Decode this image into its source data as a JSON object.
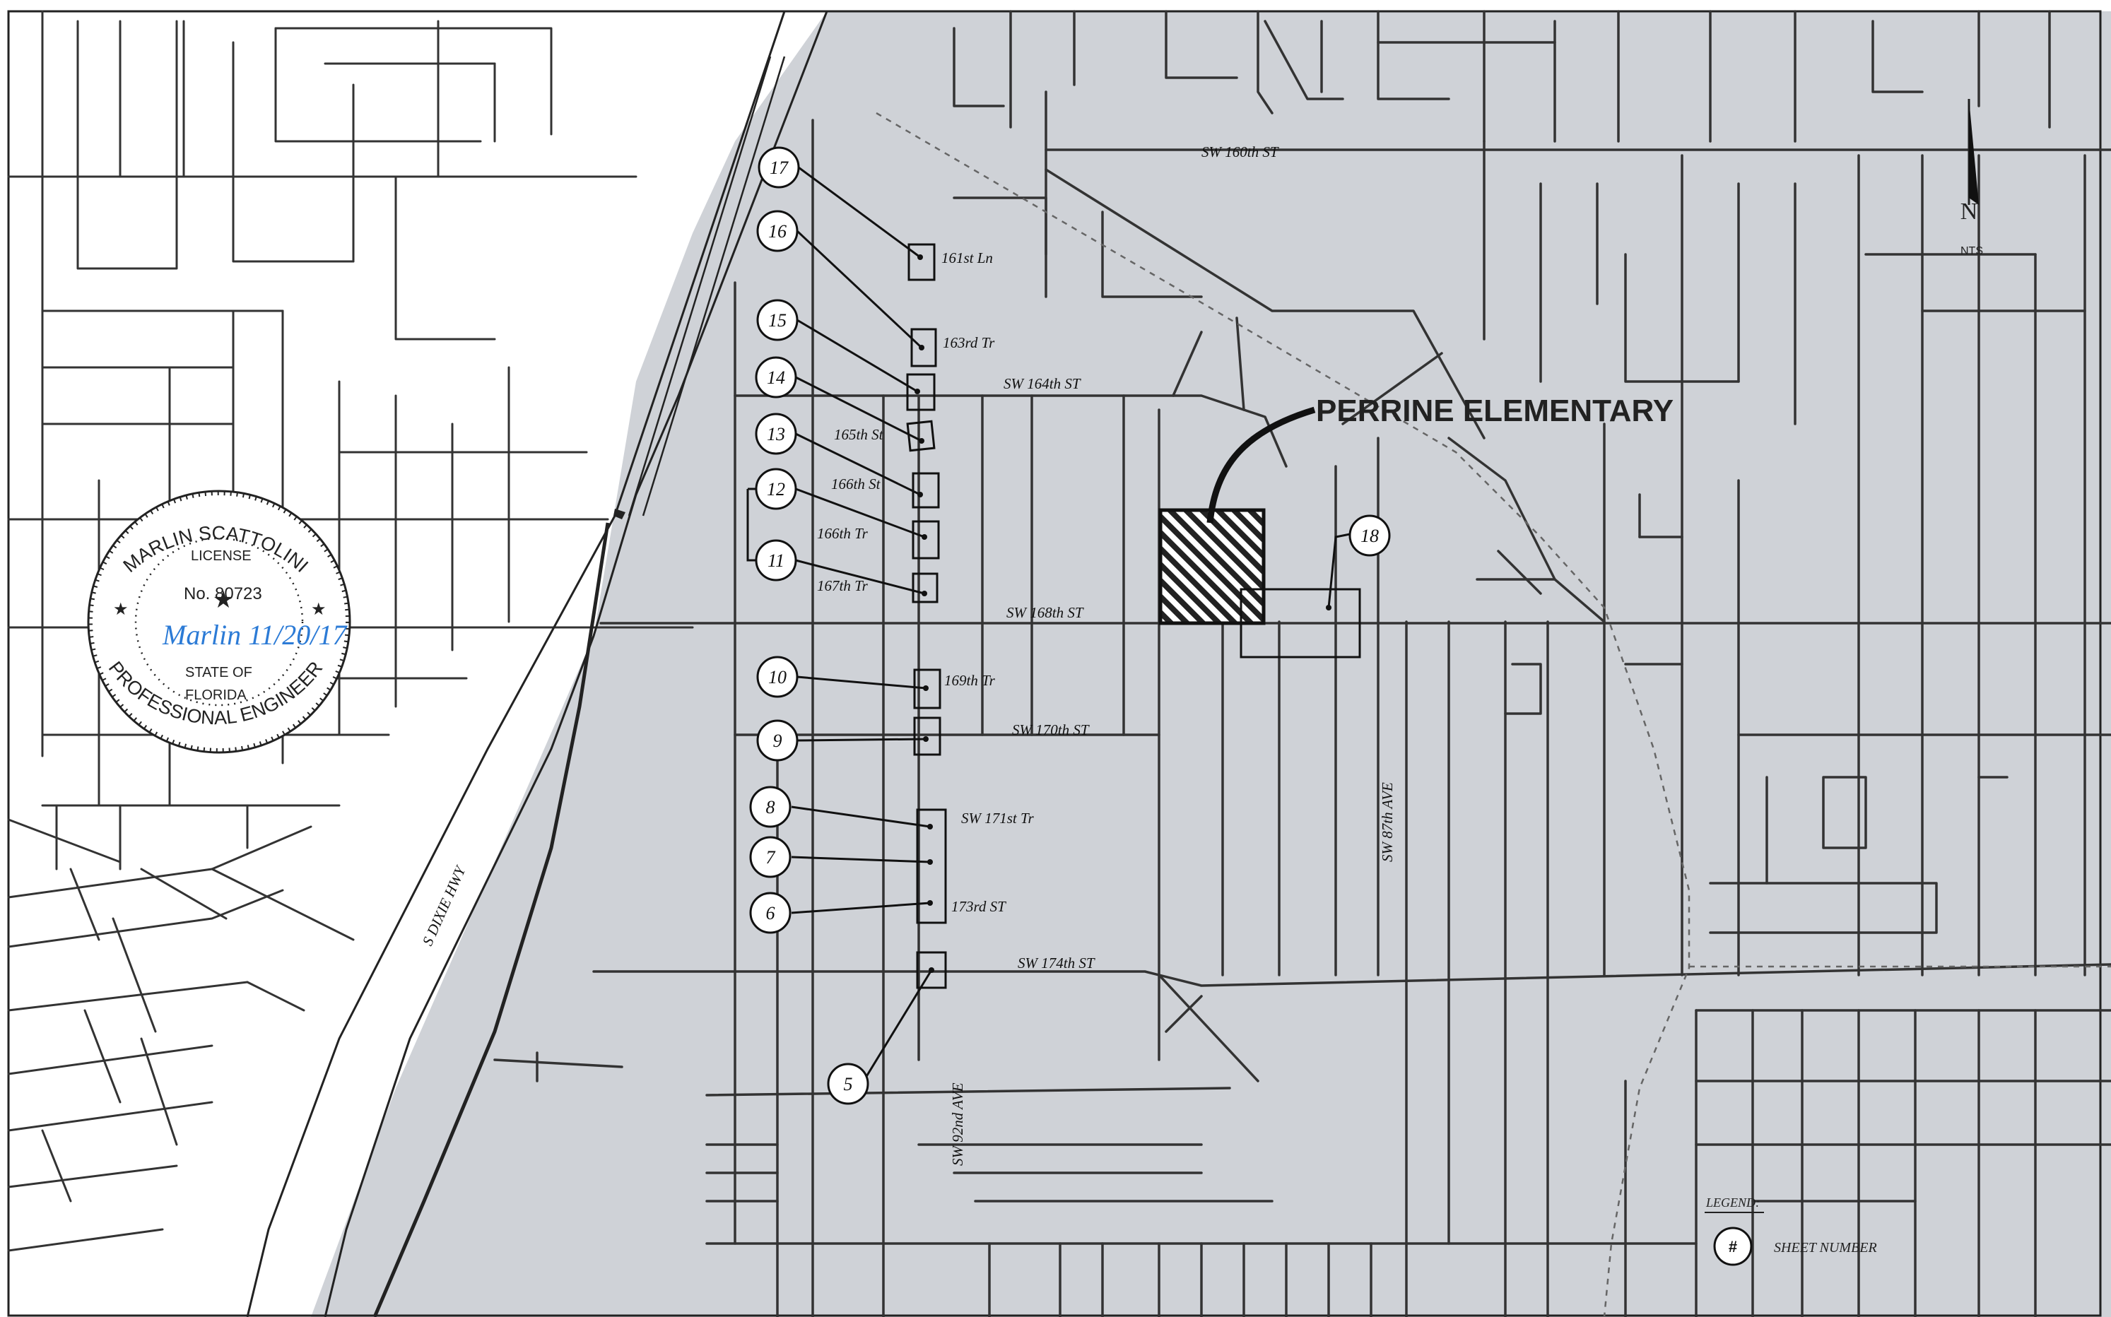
{
  "map": {
    "school_label": "PERRINE ELEMENTARY",
    "north_letter": "N",
    "scale_note": "NTS",
    "streets": {
      "sw_160th": "SW 160th ST",
      "st_161st_ln": "161st Ln",
      "st_163rd_tr": "163rd Tr",
      "sw_164th": "SW 164th ST",
      "st_165th_st": "165th St",
      "st_166th_st": "166th St",
      "st_166th_tr": "166th Tr",
      "st_167th_tr": "167th Tr",
      "sw_168th": "SW 168th ST",
      "st_169th_tr": "169th Tr",
      "sw_170th": "SW 170th ST",
      "sw_171st_tr": "SW 171st Tr",
      "st_173rd": "173rd ST",
      "sw_174th": "SW 174th ST",
      "sw_87th_ave": "SW 87th AVE",
      "sw_92nd_ave": "SW 92nd AVE",
      "s_dixie_hwy": "S DIXIE HWY"
    },
    "sheets": [
      "17",
      "16",
      "15",
      "14",
      "13",
      "12",
      "11",
      "10",
      "9",
      "8",
      "7",
      "6",
      "5",
      "18"
    ],
    "legend": {
      "title": "LEGEND:",
      "symbol": "#",
      "description": "SHEET NUMBER"
    },
    "seal": {
      "top_arc": "MARLIN SCATTOLINI",
      "license": "LICENSE",
      "number": "No. 80723",
      "state_of": "STATE OF",
      "state": "FLORIDA",
      "bottom_arc": "PROFESSIONAL ENGINEER",
      "signature": "Marlin 11/20/17"
    },
    "colors": {
      "shaded_area": "#cfd2d7",
      "roads": "#333333",
      "paper": "#ffffff"
    }
  }
}
